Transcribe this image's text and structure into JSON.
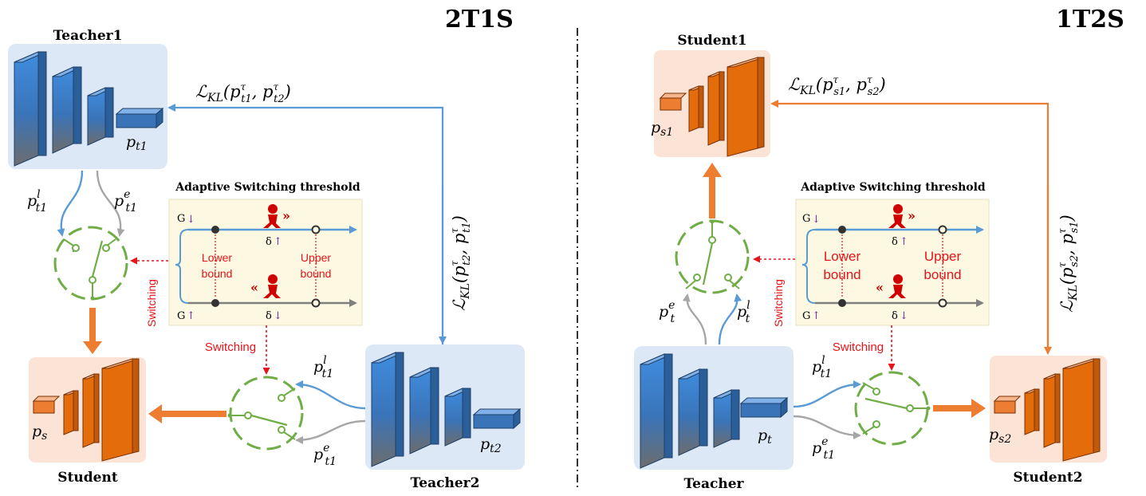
{
  "left": {
    "title": "2T1S",
    "teacher1": {
      "name": "Teacher1",
      "out": "p",
      "out_sub": "t1"
    },
    "teacher2": {
      "name": "Teacher2",
      "out": "p",
      "out_sub": "t2"
    },
    "student": {
      "name": "Student",
      "out": "p",
      "out_sub": "s"
    },
    "kl_top": "ℒ KL(p τ t1 , p τ t2)",
    "kl_side": "ℒ KL(p τ t2 , p τ t1)",
    "kl_top_parts": {
      "L": "ℒ",
      "KL": "KL",
      "arg1": "p",
      "arg1_sub": "t1",
      "arg1_sup": "τ",
      "arg2": "p",
      "arg2_sub": "t2",
      "arg2_sup": "τ"
    },
    "kl_side_parts": {
      "L": "ℒ",
      "KL": "KL",
      "arg1": "p",
      "arg1_sub": "t2",
      "arg1_sup": "τ",
      "arg2": "p",
      "arg2_sub": "t1",
      "arg2_sup": "τ"
    },
    "p_l": {
      "base": "p",
      "sup": "l",
      "sub": "t1"
    },
    "p_e": {
      "base": "p",
      "sup": "e",
      "sub": "t1"
    },
    "switching_side": "Switching",
    "switching_mid": "Switching"
  },
  "right": {
    "title": "1T2S",
    "teacher": {
      "name": "Teacher",
      "out": "p",
      "out_sub": "t"
    },
    "student1": {
      "name": "Student1",
      "out": "p",
      "out_sub": "s1"
    },
    "student2": {
      "name": "Student2",
      "out": "p",
      "out_sub": "s2"
    },
    "kl_top_parts": {
      "L": "ℒ",
      "KL": "KL",
      "arg1": "p",
      "arg1_sub": "s1",
      "arg1_sup": "τ",
      "arg2": "p",
      "arg2_sub": "s2",
      "arg2_sup": "τ"
    },
    "kl_side_parts": {
      "L": "ℒ",
      "KL": "KL",
      "arg1": "p",
      "arg1_sub": "s2",
      "arg1_sup": "τ",
      "arg2": "p",
      "arg2_sub": "s1",
      "arg2_sup": "τ"
    },
    "p_l_up": {
      "base": "p",
      "sup": "l",
      "sub": "t"
    },
    "p_e_up": {
      "base": "p",
      "sup": "e",
      "sub": "t"
    },
    "p_l_right": {
      "base": "p",
      "sup": "l",
      "sub": "t1"
    },
    "p_e_right": {
      "base": "p",
      "sup": "e",
      "sub": "t1"
    },
    "switching_side": "Switching",
    "switching_mid": "Switching"
  },
  "threshold": {
    "title": "Adaptive Switching threshold",
    "g": "G",
    "delta": "δ",
    "lower": [
      "Lower",
      "bound"
    ],
    "upper": [
      "Upper",
      "bound"
    ],
    "fast": "»",
    "slow": "«"
  },
  "colors": {
    "blue_box": "#dce8f6",
    "orange_box": "#fbe3d6",
    "threshold_box": "#fdf8e1",
    "blue_arrow": "#5b9bd5",
    "orange_arrow": "#ed7d31",
    "green": "#70ad47",
    "red": "#e8141b",
    "purple": "#7030a0"
  }
}
